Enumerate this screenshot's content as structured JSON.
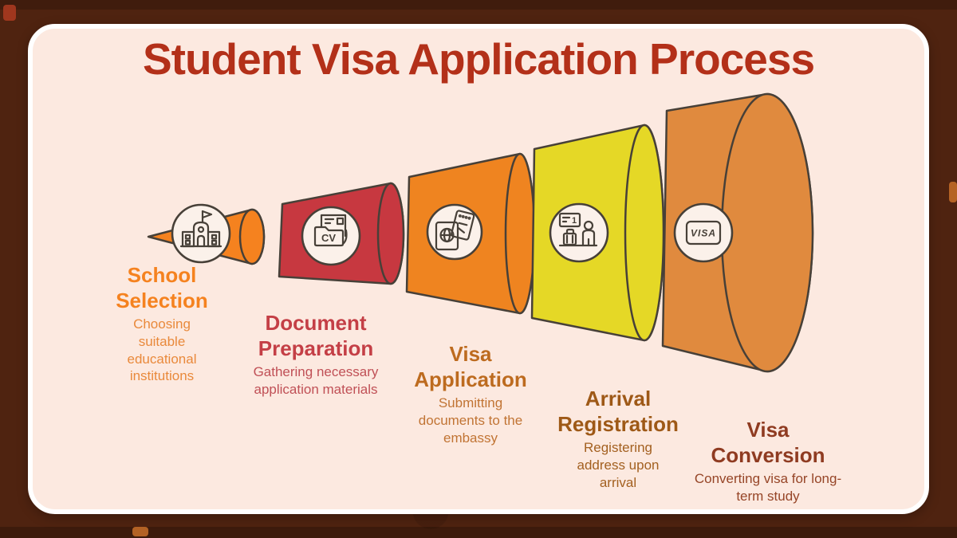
{
  "title": {
    "text": "Student Visa Application Process",
    "color": "#B33019"
  },
  "background": {
    "outer_color": "#4F2310",
    "card_color": "#FCE9E0",
    "card_border_color": "#FFFFFF",
    "accent_red": "#A93A20",
    "accent_orange": "#C06A28"
  },
  "funnel": {
    "outline_color": "#474038",
    "icon_circle_fill": "#FBF1EA"
  },
  "stages": [
    {
      "heading": "School Selection",
      "description": "Choosing suitable educational institutions",
      "segment_color": "#F5821F",
      "heading_color": "#F5821F",
      "description_color": "#E9893B",
      "icon": "school-building-icon"
    },
    {
      "heading": "Document Preparation",
      "description": "Gathering necessary application materials",
      "segment_color": "#C73840",
      "heading_color": "#C43F46",
      "description_color": "#C05056",
      "icon": "cv-folder-icon",
      "icon_label": "CV"
    },
    {
      "heading": "Visa Application",
      "description": "Submitting documents to the embassy",
      "segment_color": "#EF8420",
      "heading_color": "#BD6B1F",
      "description_color": "#C17434",
      "icon": "passport-ticket-icon"
    },
    {
      "heading": "Arrival Registration",
      "description": "Registering address upon arrival",
      "segment_color": "#E5D826",
      "heading_color": "#9E5917",
      "description_color": "#A36020",
      "icon": "arrival-person-luggage-icon",
      "icon_label": "1"
    },
    {
      "heading": "Visa Conversion",
      "description": "Converting visa for long-term study",
      "segment_color": "#E08A3E",
      "heading_color": "#8F3B21",
      "description_color": "#964527",
      "icon": "visa-card-icon",
      "icon_label": "VISA"
    }
  ]
}
